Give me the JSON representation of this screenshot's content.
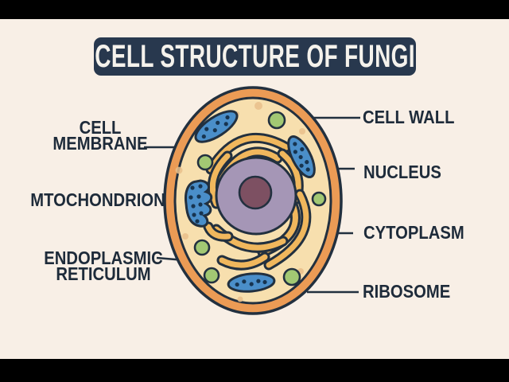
{
  "title": "CELL STRUCTURE OF FUNGI",
  "labels": {
    "cell_membrane": {
      "lines": [
        "CELL",
        "MEMBRANE"
      ]
    },
    "mitochondrion": {
      "lines": [
        "MTOCHONDRION"
      ]
    },
    "endoplasmic_reticulum": {
      "lines": [
        "ENDOPLASMIC",
        "RETICULUM"
      ]
    },
    "cell_wall": {
      "lines": [
        "CELL WALL"
      ]
    },
    "nucleus": {
      "lines": [
        "NUCLEUS"
      ]
    },
    "cytoplasm": {
      "lines": [
        "CYTOPLASM"
      ]
    },
    "ribosome": {
      "lines": [
        "RIBOSOME"
      ]
    }
  },
  "colors": {
    "bg": "#f8efe6",
    "black_bar": "#000000",
    "banner_bg": "#28384e",
    "banner_text": "#f5f2ec",
    "label_text": "#1e2b3a",
    "ink": "#22303f",
    "wall_fill": "#eb9b55",
    "cytoplasm_fill": "#f7dfae",
    "er_fill": "#f0b75d",
    "mito_fill": "#4a8ec9",
    "mito_dot": "#173450",
    "ribosome_fill": "#a2c873",
    "nucleus_fill": "#a596b6",
    "nucleolus_fill": "#7d5062",
    "freckle": "#e9c08b"
  }
}
